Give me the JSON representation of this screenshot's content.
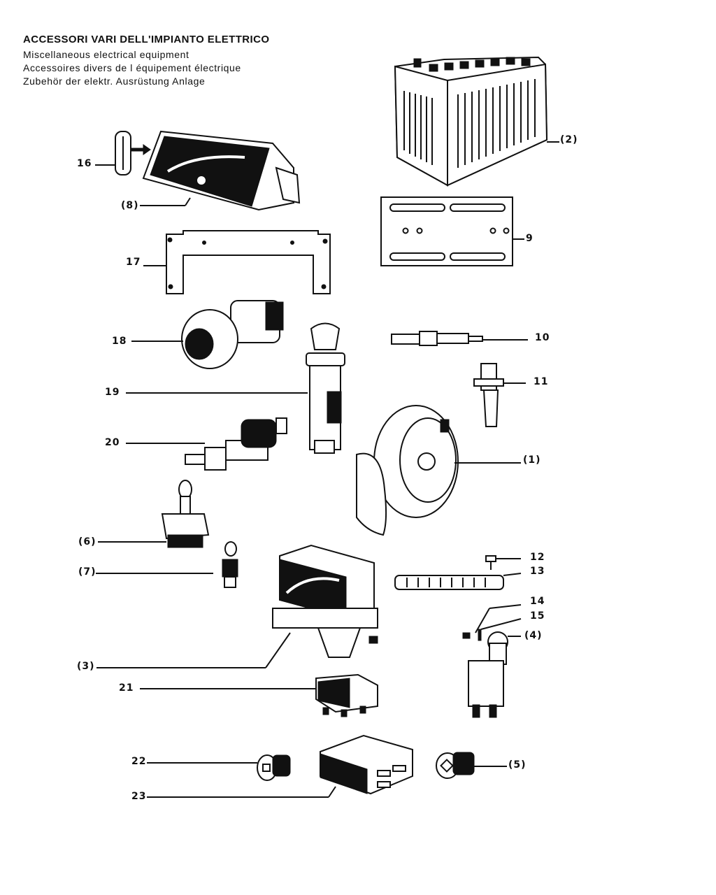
{
  "header": {
    "title_it": "ACCESSORI VARI DELL'IMPIANTO ELETTRICO",
    "title_en": "Miscellaneous electrical equipment",
    "title_fr": "Accessoires divers de l équipement électrique",
    "title_de": "Zubehör der elektr. Ausrüstung Anlage"
  },
  "callouts": {
    "c16": "16",
    "c8": "(8)",
    "c2": "(2)",
    "c9": "9",
    "c17": "17",
    "c18": "18",
    "c10": "10",
    "c11": "11",
    "c19": "19",
    "c20": "20",
    "c1": "(1)",
    "c6": "(6)",
    "c7": "(7)",
    "c12": "12",
    "c13": "13",
    "c14": "14",
    "c15": "15",
    "c4": "(4)",
    "c3": "(3)",
    "c21": "21",
    "c22": "22",
    "c5": "(5)",
    "c23": "23"
  }
}
